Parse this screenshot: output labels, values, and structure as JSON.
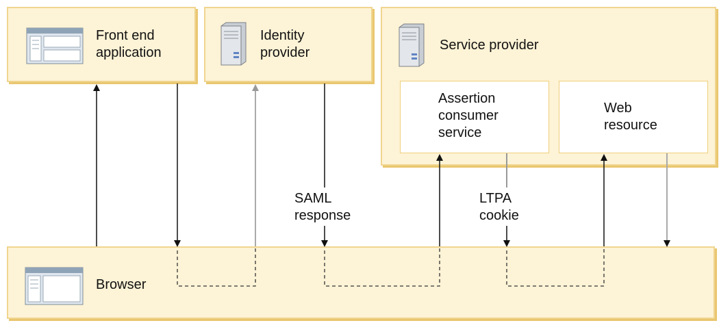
{
  "nodes": {
    "front_end": "Front end\napplication",
    "identity_provider": "Identity\nprovider",
    "service_provider": "Service provider",
    "assertion_consumer": "Assertion\nconsumer\nservice",
    "web_resource": "Web\nresource",
    "browser": "Browser"
  },
  "edge_labels": {
    "saml": "SAML\nresponse",
    "ltpa": "LTPA\ncookie"
  },
  "icons": {
    "front_end": "application-window-icon",
    "identity_provider": "server-icon",
    "service_provider": "server-icon",
    "browser": "browser-window-icon"
  },
  "colors": {
    "box_fill": "#fdf3d6",
    "box_border": "#f0d58f",
    "arrow_dark": "#111111",
    "arrow_gray": "#aaaaaa"
  }
}
